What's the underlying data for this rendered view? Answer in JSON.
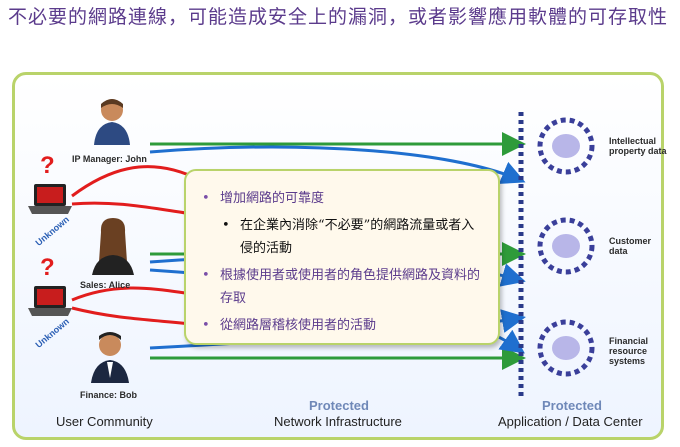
{
  "title": "不必要的網路連線，可能造成安全上的漏洞，或者影響應用軟體的可存取性",
  "users": {
    "john": "IP Manager: John",
    "alice": "Sales: Alice",
    "bob": "Finance: Bob",
    "unknown": "Unknown"
  },
  "data_center": {
    "ip": "Intellectual property data",
    "customer": "Customer data",
    "financial": "Financial resource systems"
  },
  "columns": {
    "user": "User Community",
    "network_protected": "Protected",
    "network": "Network Infrastructure",
    "app_protected": "Protected",
    "app": "Application / Data Center"
  },
  "callout": {
    "b1": "增加網路的可靠度",
    "b1a": "在企業內消除“不必要”的網路流量或者入侵的活動",
    "b2": "根據使用者或使用者的角色提供網路及資料的存取",
    "b3": "從網路層稽核使用者的活動"
  },
  "colors": {
    "green": "#2e9b3a",
    "red": "#e21d1d",
    "blue": "#1f6fcf",
    "purple": "#5b3b8c"
  }
}
